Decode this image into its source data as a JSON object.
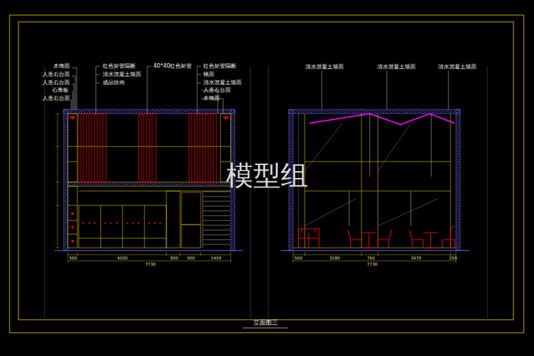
{
  "diagram": {
    "caption": "立面图三",
    "labels": [
      "木饰面",
      "人造石台面",
      "人造石台面",
      "石膏板",
      "人造石台面",
      "红色矩管隔断",
      "清水混凝土墙面",
      "成品挂画",
      "40*40红色矩管",
      "红色矩管隔断",
      "镜面",
      "清水混凝土墙面",
      "人造石台面",
      "木饰面",
      "清水混凝土墙面",
      "清水混凝土墙面",
      "清水混凝土墙面",
      "500",
      "4200",
      "600",
      "500",
      "1450",
      "7730",
      "500",
      "3180",
      "760",
      "3470",
      "250",
      "7730",
      "模型组"
    ]
  }
}
